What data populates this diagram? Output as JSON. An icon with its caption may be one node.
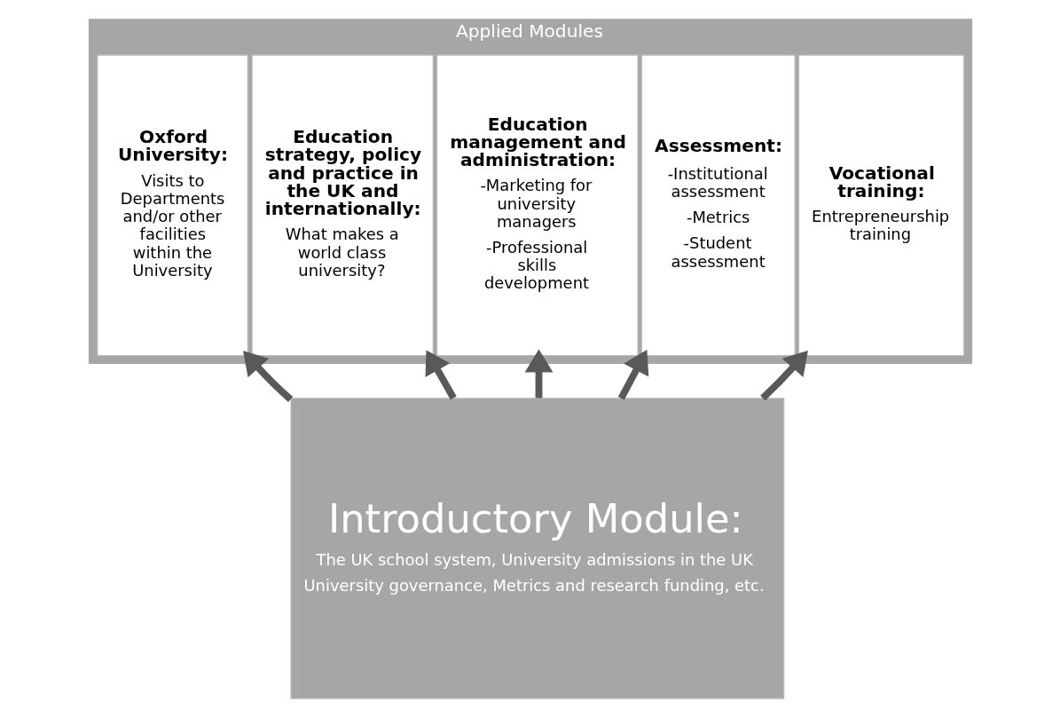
{
  "diagram": {
    "nodes": [
      {
        "text": [
          "Applied Modules"
        ]
      },
      {
        "text": [
          "Oxford University:",
          "Visits to Departments and/or other facilities within the University"
        ],
        "in": 0
      },
      {
        "text": [
          "Education strategy, policy and practice in the UK and internationally:",
          "What makes a world class university?"
        ],
        "in": 0
      },
      {
        "text": [
          "Education management and administration:",
          "-Marketing for university managers",
          "-Professional skills development"
        ],
        "in": 0
      },
      {
        "text": [
          "Assessment:",
          "-Institutional assessment",
          "-Metrics",
          "-Student assessment"
        ],
        "in": 0
      },
      {
        "text": [
          "Vocational training:",
          "Entrepreneurship training"
        ],
        "in": 0
      },
      {
        "text": [
          "Introductory Module:",
          "The UK school system, University admissions in the UK",
          "University governance, Metrics and research funding, etc."
        ]
      }
    ],
    "edges": [
      {
        "from": 6,
        "to": 1,
        "arrow": "to"
      },
      {
        "from": 6,
        "to": 2,
        "arrow": "to"
      },
      {
        "from": 6,
        "to": 3,
        "arrow": "to"
      },
      {
        "from": 6,
        "to": 4,
        "arrow": "to"
      },
      {
        "from": 6,
        "to": 5,
        "arrow": "to"
      }
    ]
  }
}
